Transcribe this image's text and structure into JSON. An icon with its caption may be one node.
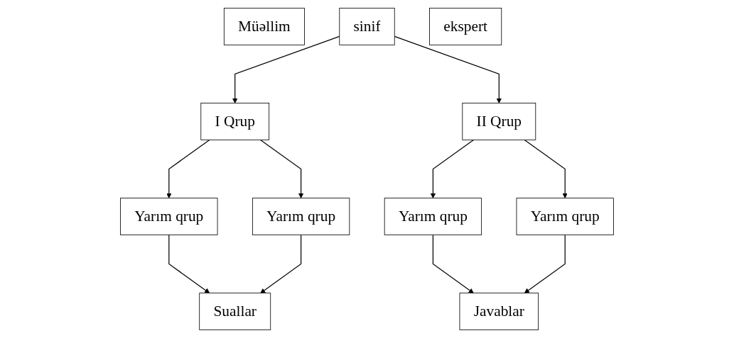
{
  "diagram": {
    "nodes": [
      {
        "text": [
          "Müəllim"
        ]
      },
      {
        "text": [
          "sinif"
        ]
      },
      {
        "text": [
          "ekspert"
        ]
      },
      {
        "text": [
          "I Qrup"
        ]
      },
      {
        "text": [
          "II Qrup"
        ]
      },
      {
        "text": [
          "Yarım qrup"
        ]
      },
      {
        "text": [
          "Yarım qrup"
        ]
      },
      {
        "text": [
          "Yarım qrup"
        ]
      },
      {
        "text": [
          "Yarım qrup"
        ]
      },
      {
        "text": [
          "Suallar"
        ]
      },
      {
        "text": [
          "Javablar"
        ]
      }
    ],
    "edges": [
      {
        "from": 1,
        "to": 3,
        "arrow": "to"
      },
      {
        "from": 1,
        "to": 4,
        "arrow": "to"
      },
      {
        "from": 3,
        "to": 5,
        "arrow": "to"
      },
      {
        "from": 3,
        "to": 6,
        "arrow": "to"
      },
      {
        "from": 4,
        "to": 7,
        "arrow": "to"
      },
      {
        "from": 4,
        "to": 8,
        "arrow": "to"
      },
      {
        "from": 5,
        "to": 9,
        "arrow": "to"
      },
      {
        "from": 6,
        "to": 9,
        "arrow": "to"
      },
      {
        "from": 7,
        "to": 10,
        "arrow": "to"
      },
      {
        "from": 8,
        "to": 10,
        "arrow": "to"
      }
    ]
  }
}
